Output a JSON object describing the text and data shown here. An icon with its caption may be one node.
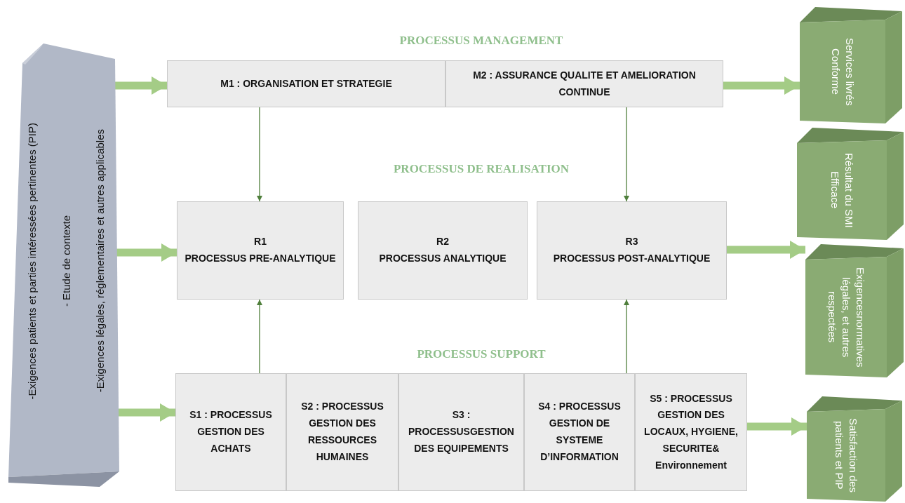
{
  "diagram": {
    "nodes": [
      {
        "text": [
          "-Exigences patients et parties intéressées pertinentes (PIP)",
          "- Etude de contexte",
          "-Exigences légales, réglementaires et autres applicables"
        ]
      },
      {
        "text": [
          "M1 : ORGANISATION ET STRATEGIE"
        ]
      },
      {
        "text": [
          "M2 : ASSURANCE QUALITE ET AMELIORATION CONTINUE"
        ]
      },
      {
        "text": [
          "R1",
          "PROCESSUS PRE-ANALYTIQUE"
        ]
      },
      {
        "text": [
          "R2",
          "PROCESSUS ANALYTIQUE"
        ]
      },
      {
        "text": [
          "R3",
          "PROCESSUS POST-ANALYTIQUE"
        ]
      },
      {
        "text": [
          "S1 : PROCESSUS GESTION DES ACHATS"
        ]
      },
      {
        "text": [
          "S2 : PROCESSUS GESTION DES RESSOURCES HUMAINES"
        ]
      },
      {
        "text": [
          "S3 : PROCESSUSGESTION DES EQUIPEMENTS"
        ]
      },
      {
        "text": [
          "S4 : PROCESSUS GESTION DE SYSTEME D’INFORMATION"
        ]
      },
      {
        "text": [
          "S5 : PROCESSUS GESTION DES LOCAUX, HYGIENE, SECURITE& Environnement"
        ]
      },
      {
        "text": [
          "Services livrés Conforme"
        ]
      },
      {
        "text": [
          "Résultat du SMI Efficace"
        ]
      },
      {
        "text": [
          "Exigencesnormatives légales, et autres respectées"
        ]
      },
      {
        "text": [
          "Satisfaction des patients et PIP"
        ]
      }
    ],
    "edges": [
      {
        "from": 0,
        "to": 1,
        "arrow": "to"
      },
      {
        "from": 0,
        "to": 3,
        "arrow": "to"
      },
      {
        "from": 0,
        "to": 6,
        "arrow": "to"
      },
      {
        "from": 1,
        "to": 3,
        "arrow": "to",
        "color": "#4f7f3b"
      },
      {
        "from": 2,
        "to": 5,
        "arrow": "to",
        "color": "#4f7f3b"
      },
      {
        "from": 6,
        "to": 3,
        "arrow": "to",
        "color": "#4f7f3b"
      },
      {
        "from": 9,
        "to": 5,
        "arrow": "to",
        "color": "#4f7f3b"
      },
      {
        "from": 2,
        "to": 11,
        "arrow": "to"
      },
      {
        "from": 5,
        "to": 13,
        "arrow": "to"
      },
      {
        "from": 10,
        "to": 14,
        "arrow": "to"
      }
    ],
    "labels": [
      "PROCESSUS MANAGEMENT",
      "PROCESSUS DE REALISATION",
      "PROCESSUS SUPPORT"
    ]
  }
}
